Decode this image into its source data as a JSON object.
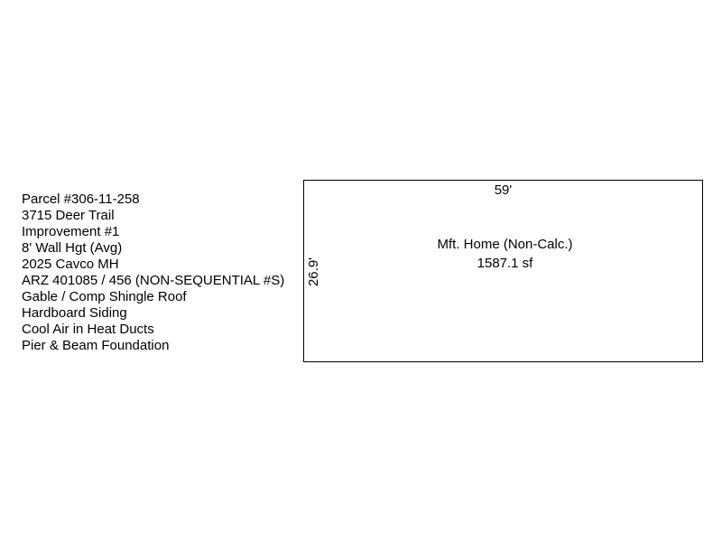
{
  "info_lines": [
    "Parcel #306-11-258",
    "3715 Deer Trail",
    "Improvement #1",
    "8' Wall Hgt (Avg)",
    "2025 Cavco MH",
    "ARZ 401085 / 456 (NON-SEQUENTIAL #S)",
    "Gable / Comp Shingle Roof",
    "Hardboard Siding",
    "Cool Air in Heat Ducts",
    "Pier & Beam Foundation"
  ],
  "sketch": {
    "width_label": "59'",
    "depth_label": "26.9'",
    "area_name": "Mft. Home (Non-Calc.)",
    "area_size": "1587.1 sf"
  }
}
